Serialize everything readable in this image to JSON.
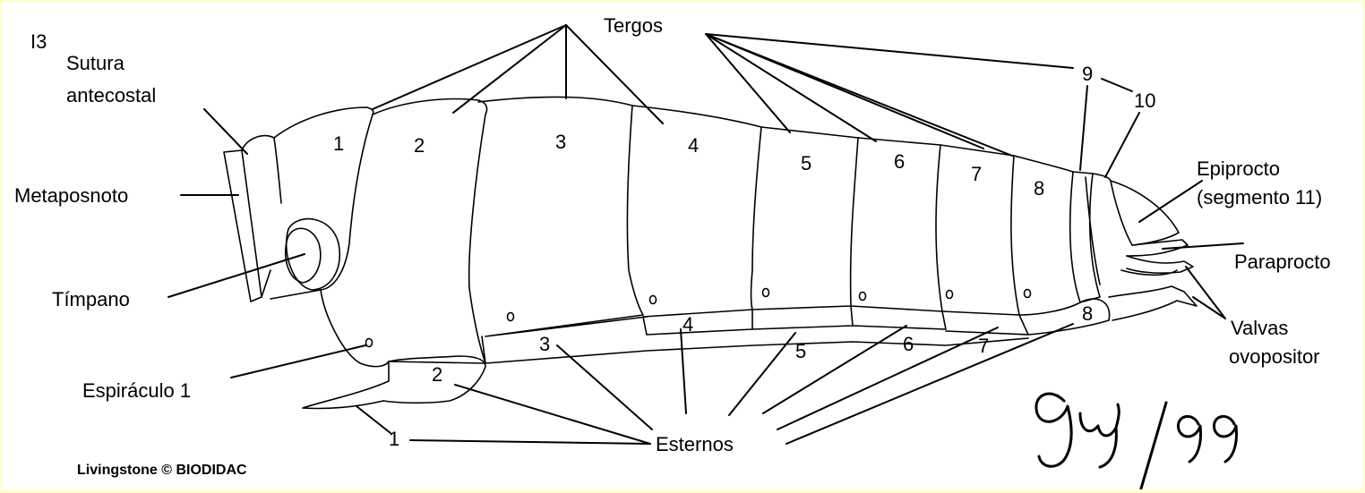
{
  "figure": {
    "id_label": "I3",
    "credit": "Livingstone © BIODIDAC",
    "signature": "Guy/99"
  },
  "labels": {
    "sutura_1": "Sutura",
    "sutura_2": "antecostal",
    "metaposnoto": "Metaposnoto",
    "timpano": "Tímpano",
    "espiraculo": "Espiráculo 1",
    "tergos": "Tergos",
    "esternos": "Esternos",
    "epiprocto_1": "Epiprocto",
    "epiprocto_2": "(segmento 11)",
    "paraprocto": "Paraprocto",
    "valvas_1": "Valvas",
    "valvas_2": "ovopositor"
  },
  "tergite_numbers": [
    "1",
    "2",
    "3",
    "4",
    "5",
    "6",
    "7",
    "8",
    "9",
    "10"
  ],
  "sternite_numbers": [
    "1",
    "2",
    "3",
    "4",
    "5",
    "6",
    "7",
    "8"
  ]
}
